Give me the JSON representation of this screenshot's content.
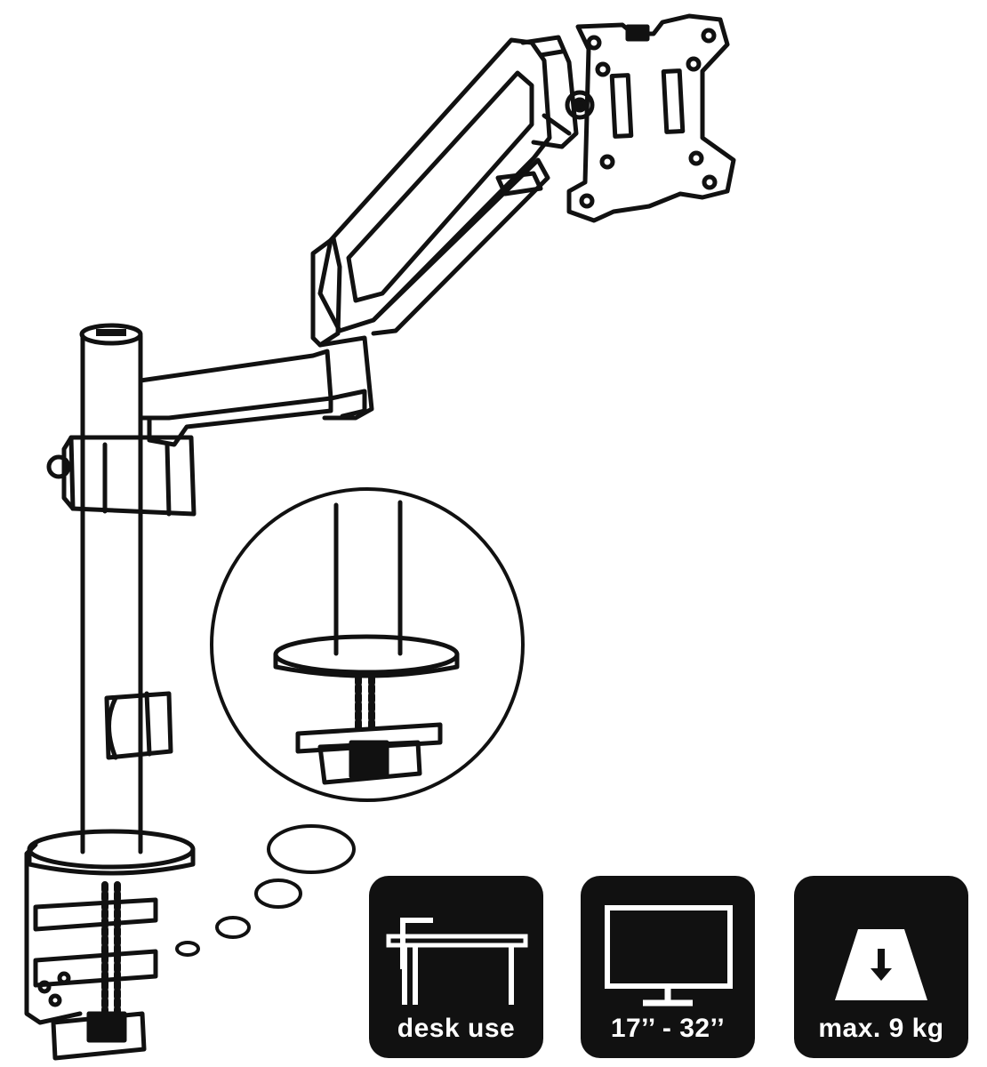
{
  "badges": [
    {
      "icon": "desk-icon",
      "label": "desk use"
    },
    {
      "icon": "monitor-icon",
      "label": "17’’ - 32’’"
    },
    {
      "icon": "weight-icon",
      "label": "max. 9 kg"
    }
  ],
  "colors": {
    "line": "#111111",
    "badge_bg": "#111111",
    "badge_fg": "#ffffff",
    "background": "#ffffff"
  }
}
